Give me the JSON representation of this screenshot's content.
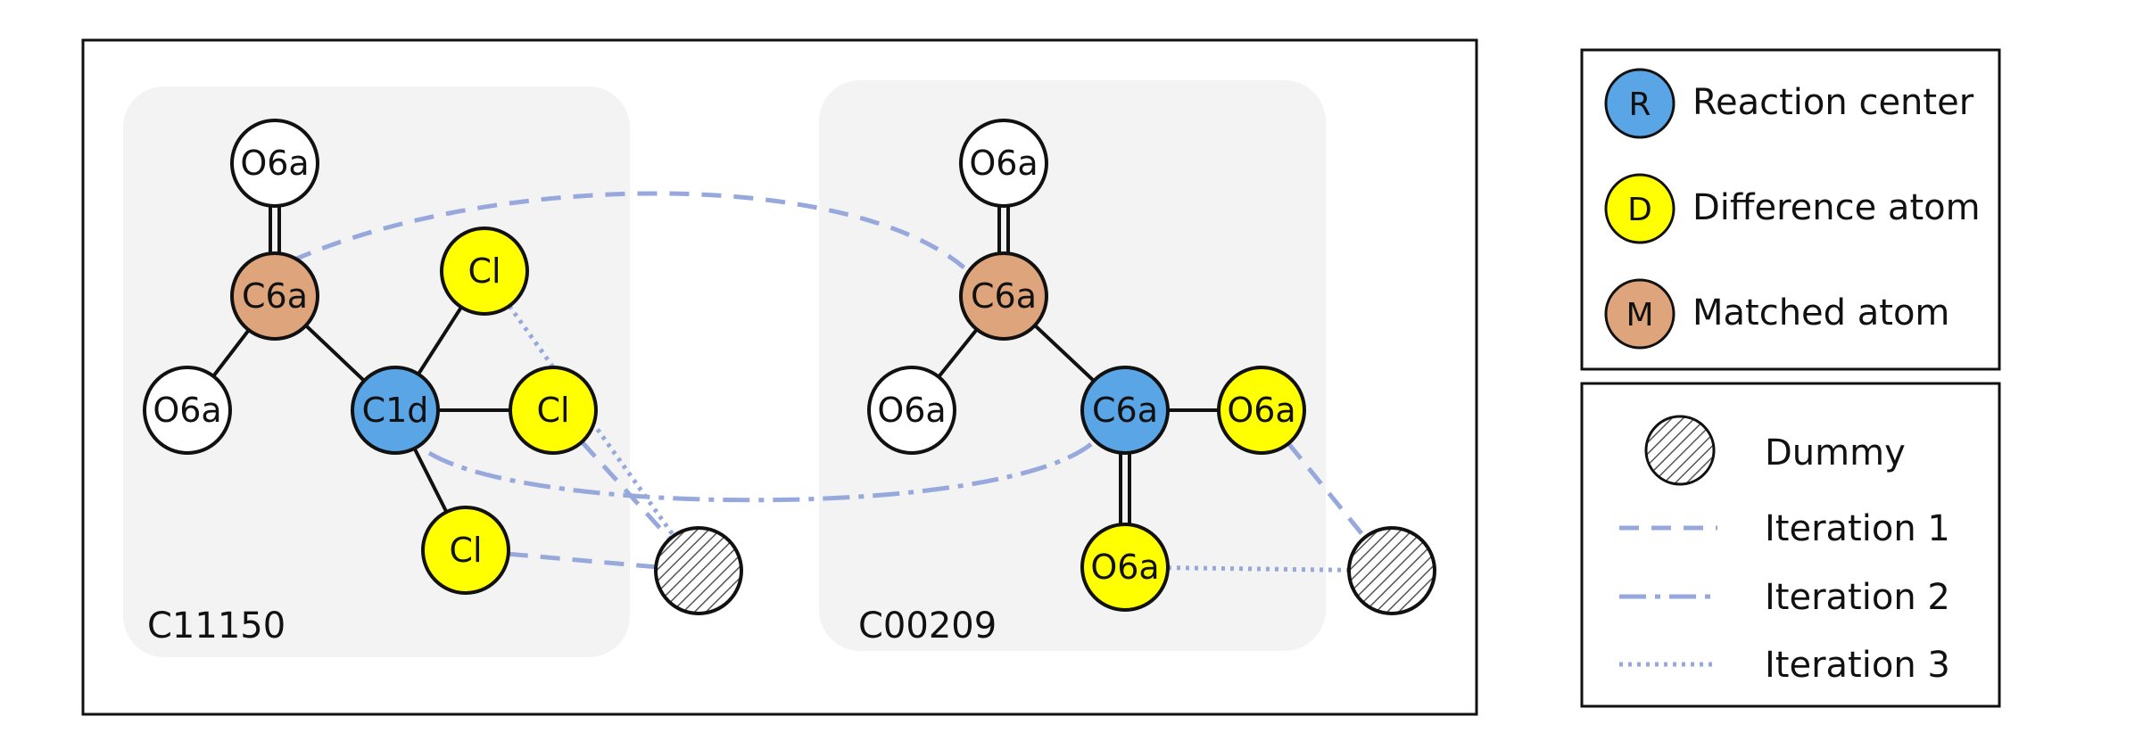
{
  "colors": {
    "reaction_center": "#5aa5e6",
    "difference_atom": "#ffff00",
    "matched_atom": "#dea47c",
    "plain_atom": "#ffffff",
    "mapping_line": "#97a8dc",
    "panel_bg": "#f3f3f3"
  },
  "molecules": [
    {
      "id": "C11150",
      "label": "C11150",
      "atoms": [
        {
          "id": "a1",
          "label": "O6a",
          "type": "plain"
        },
        {
          "id": "a2",
          "label": "C6a",
          "type": "matched"
        },
        {
          "id": "a3",
          "label": "O6a",
          "type": "plain"
        },
        {
          "id": "a4",
          "label": "C1d",
          "type": "reaction_center"
        },
        {
          "id": "a5",
          "label": "Cl",
          "type": "difference"
        },
        {
          "id": "a6",
          "label": "Cl",
          "type": "difference"
        },
        {
          "id": "a7",
          "label": "Cl",
          "type": "difference"
        }
      ],
      "bonds": [
        {
          "from": "a1",
          "to": "a2",
          "order": 2
        },
        {
          "from": "a2",
          "to": "a3",
          "order": 1
        },
        {
          "from": "a2",
          "to": "a4",
          "order": 1
        },
        {
          "from": "a4",
          "to": "a5",
          "order": 1
        },
        {
          "from": "a4",
          "to": "a6",
          "order": 1
        },
        {
          "from": "a4",
          "to": "a7",
          "order": 1
        }
      ]
    },
    {
      "id": "C00209",
      "label": "C00209",
      "atoms": [
        {
          "id": "b1",
          "label": "O6a",
          "type": "plain"
        },
        {
          "id": "b2",
          "label": "C6a",
          "type": "matched"
        },
        {
          "id": "b3",
          "label": "O6a",
          "type": "plain"
        },
        {
          "id": "b4",
          "label": "C6a",
          "type": "reaction_center"
        },
        {
          "id": "b5",
          "label": "O6a",
          "type": "difference"
        },
        {
          "id": "b6",
          "label": "O6a",
          "type": "difference"
        }
      ],
      "bonds": [
        {
          "from": "b1",
          "to": "b2",
          "order": 2
        },
        {
          "from": "b2",
          "to": "b3",
          "order": 1
        },
        {
          "from": "b2",
          "to": "b4",
          "order": 1
        },
        {
          "from": "b4",
          "to": "b5",
          "order": 1
        },
        {
          "from": "b4",
          "to": "b6",
          "order": 2
        }
      ]
    }
  ],
  "dummies": [
    {
      "id": "d1"
    },
    {
      "id": "d2"
    }
  ],
  "mappings": [
    {
      "from": "a2",
      "to": "b2",
      "iteration": 1
    },
    {
      "from": "a6",
      "to": "d1",
      "iteration": 1
    },
    {
      "from": "a7",
      "to": "d1",
      "iteration": 1
    },
    {
      "from": "b5",
      "to": "d2",
      "iteration": 1
    },
    {
      "from": "a4",
      "to": "b4",
      "iteration": 2
    },
    {
      "from": "a5",
      "to": "d1",
      "iteration": 3
    },
    {
      "from": "b6",
      "to": "d2",
      "iteration": 3
    }
  ],
  "legend": {
    "atoms": [
      {
        "letter": "R",
        "label": "Reaction center",
        "type": "reaction_center"
      },
      {
        "letter": "D",
        "label": "Difference atom",
        "type": "difference"
      },
      {
        "letter": "M",
        "label": "Matched atom",
        "type": "matched"
      }
    ],
    "dummy_label": "Dummy",
    "iterations": [
      {
        "label": "Iteration 1",
        "style": "dashed"
      },
      {
        "label": "Iteration 2",
        "style": "dash-dot"
      },
      {
        "label": "Iteration 3",
        "style": "dotted"
      }
    ]
  }
}
